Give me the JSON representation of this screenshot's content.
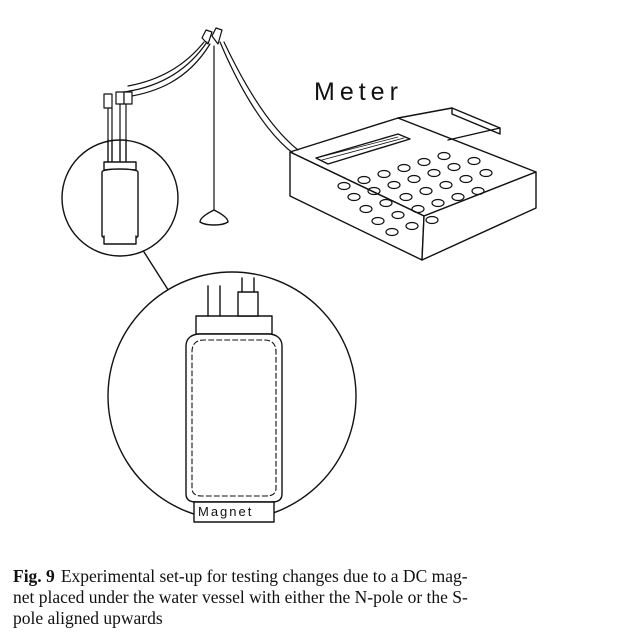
{
  "figure": {
    "meter_label": "Meter",
    "magnet_label": "Magnet"
  },
  "caption": {
    "label": "Fig. 9",
    "lines": [
      "Experimental set-up for testing changes due to a DC mag-",
      "net placed under the water vessel with either the N-pole or the S-",
      "pole aligned upwards"
    ]
  }
}
